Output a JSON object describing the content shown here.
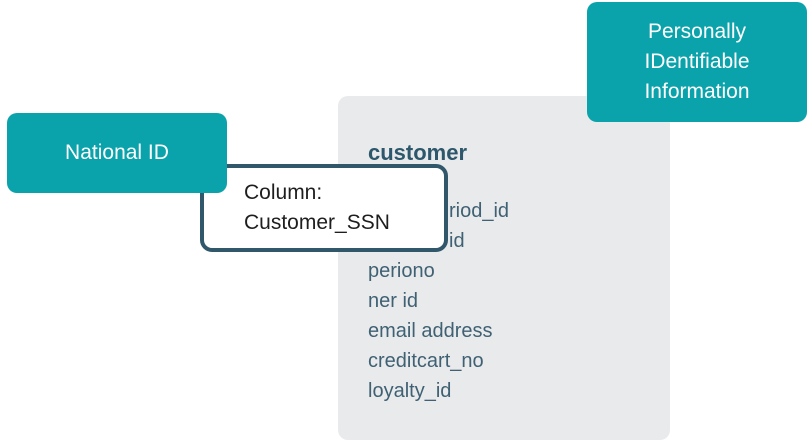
{
  "colors": {
    "tag_teal": "#0ba3ab",
    "card_bg": "#e9eaec",
    "entity_title_text": "#2d576b",
    "entity_column_text": "#3f6173",
    "tooltip_border": "#31576b",
    "tooltip_text": "#1e1e1e",
    "tag_text": "#ffffff"
  },
  "tags": {
    "national_id": {
      "label": "National ID"
    },
    "pii": {
      "label": "Personally IDentifiable Information"
    }
  },
  "tooltip": {
    "line1": "Column:",
    "line2": "Customer_SSN"
  },
  "entity": {
    "title": "customer",
    "columns": [
      "riod_id",
      "id",
      "periono",
      "ner id",
      "email address",
      "creditcart_no",
      "loyalty_id"
    ]
  }
}
